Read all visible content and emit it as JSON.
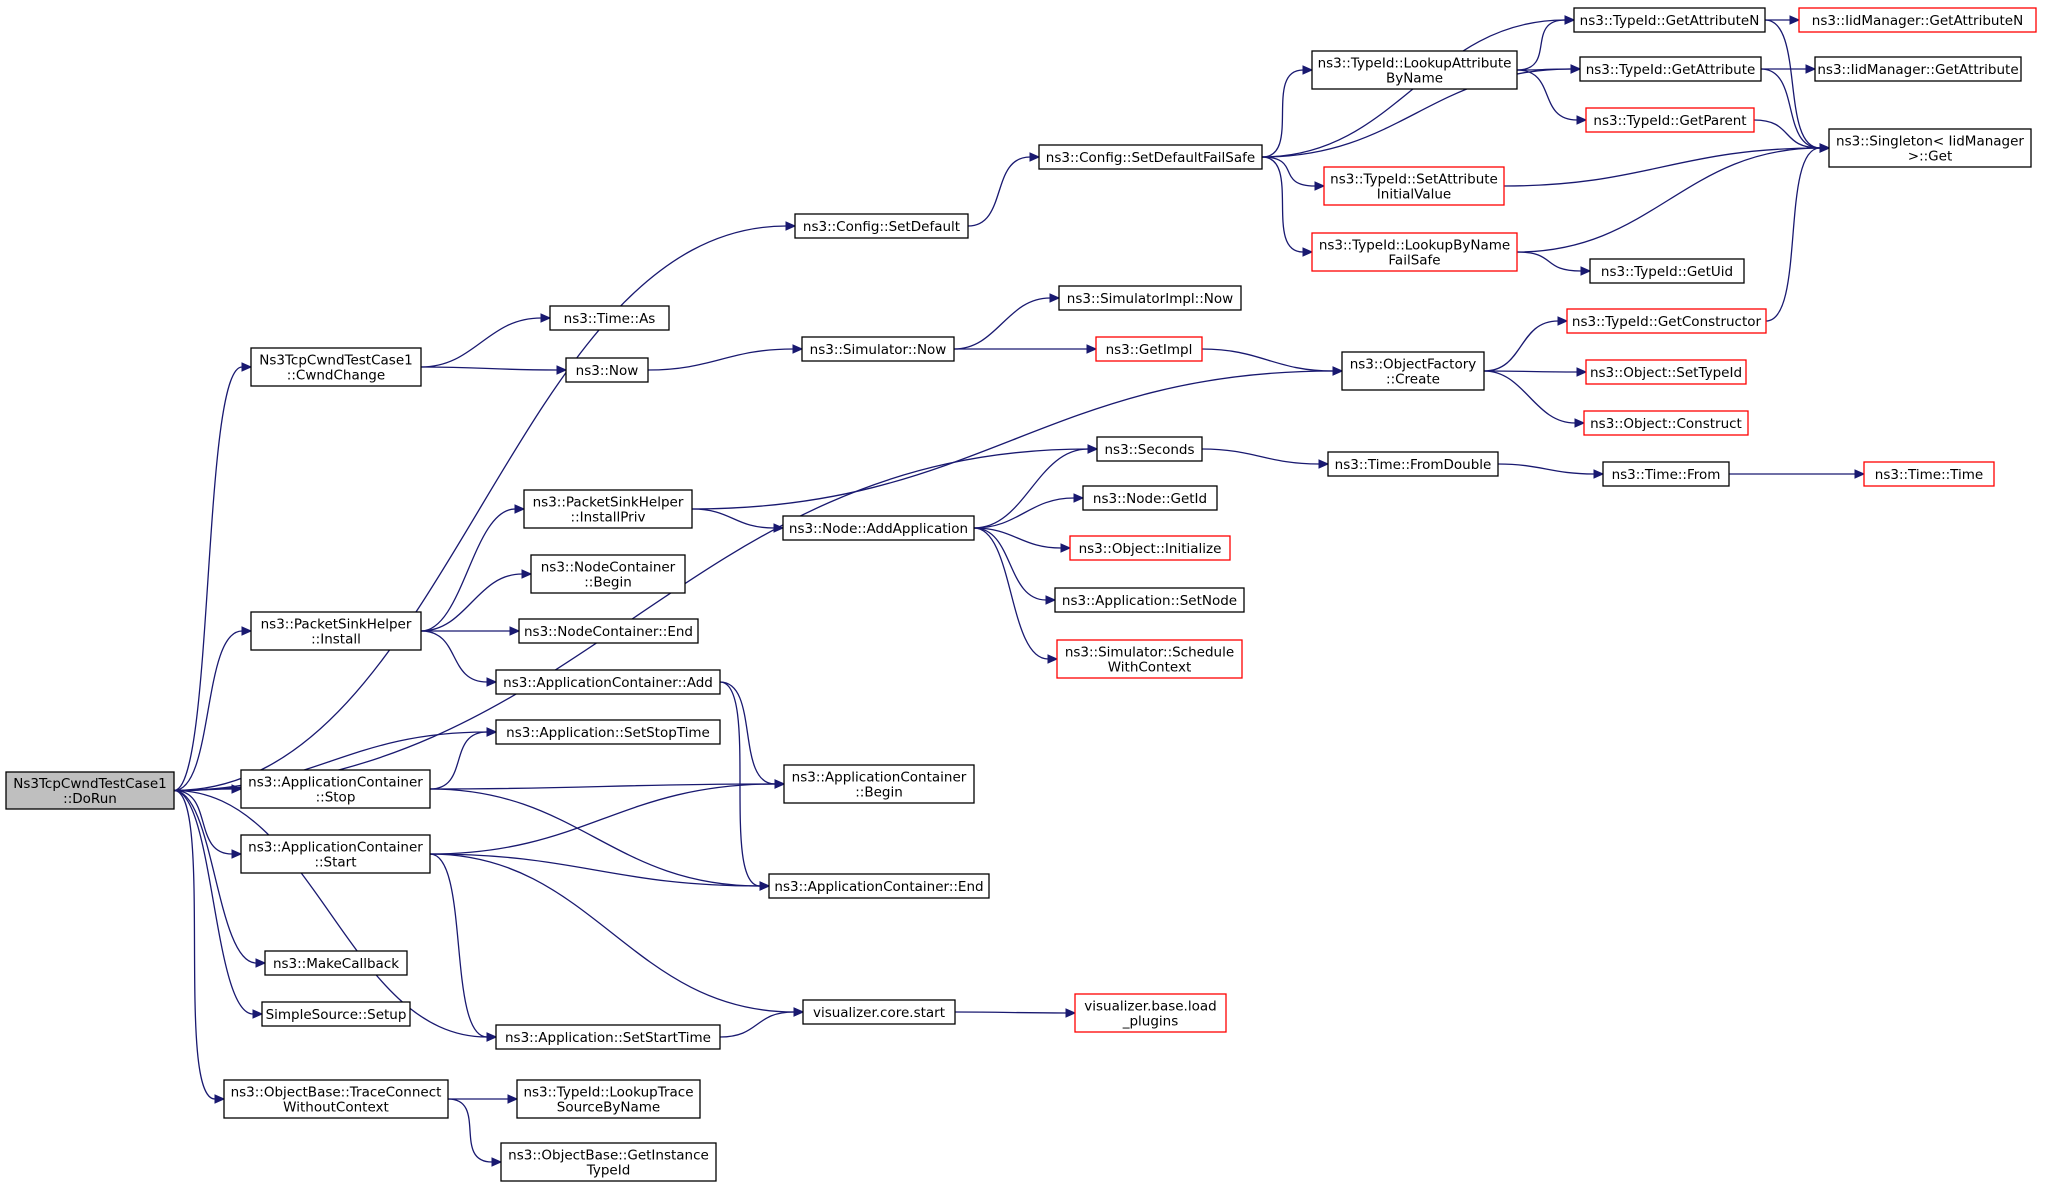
{
  "colors": {
    "edge": "#191970",
    "root_fill": "#bfbfbf",
    "normal_border": "#000000",
    "truncated_border": "#ff0000",
    "node_fill": "#ffffff"
  },
  "nodes": {
    "dorun": {
      "lines": [
        "Ns3TcpCwndTestCase1",
        "::DoRun"
      ],
      "style": "root"
    },
    "config_setdefault": {
      "lines": [
        "ns3::Config::SetDefault"
      ],
      "style": "normal"
    },
    "config_setdefaultfailsafe": {
      "lines": [
        "ns3::Config::SetDefaultFailSafe"
      ],
      "style": "normal"
    },
    "typeid_lookupattributebyname": {
      "lines": [
        "ns3::TypeId::LookupAttribute",
        "ByName"
      ],
      "style": "normal"
    },
    "typeid_getattributen": {
      "lines": [
        "ns3::TypeId::GetAttributeN"
      ],
      "style": "normal"
    },
    "iidmanager_getattributen": {
      "lines": [
        "ns3::IidManager::GetAttributeN"
      ],
      "style": "truncated"
    },
    "typeid_getattribute": {
      "lines": [
        "ns3::TypeId::GetAttribute"
      ],
      "style": "normal"
    },
    "iidmanager_getattribute": {
      "lines": [
        "ns3::IidManager::GetAttribute"
      ],
      "style": "normal"
    },
    "typeid_getparent": {
      "lines": [
        "ns3::TypeId::GetParent"
      ],
      "style": "truncated"
    },
    "singleton_get": {
      "lines": [
        "ns3::Singleton< IidManager",
        ">::Get"
      ],
      "style": "normal"
    },
    "typeid_setattributeinitialvalue": {
      "lines": [
        "ns3::TypeId::SetAttribute",
        "InitialValue"
      ],
      "style": "truncated"
    },
    "typeid_lookupbynamefailsafe": {
      "lines": [
        "ns3::TypeId::LookupByName",
        "FailSafe"
      ],
      "style": "truncated"
    },
    "typeid_getuid": {
      "lines": [
        "ns3::TypeId::GetUid"
      ],
      "style": "normal"
    },
    "cwndchange": {
      "lines": [
        "Ns3TcpCwndTestCase1",
        "::CwndChange"
      ],
      "style": "normal"
    },
    "time_as": {
      "lines": [
        "ns3::Time::As"
      ],
      "style": "normal"
    },
    "now": {
      "lines": [
        "ns3::Now"
      ],
      "style": "normal"
    },
    "simulator_now": {
      "lines": [
        "ns3::Simulator::Now"
      ],
      "style": "normal"
    },
    "simulatorimpl_now": {
      "lines": [
        "ns3::SimulatorImpl::Now"
      ],
      "style": "normal"
    },
    "getimpl": {
      "lines": [
        "ns3::GetImpl"
      ],
      "style": "truncated"
    },
    "objectfactory_create": {
      "lines": [
        "ns3::ObjectFactory",
        "::Create"
      ],
      "style": "normal"
    },
    "typeid_getconstructor": {
      "lines": [
        "ns3::TypeId::GetConstructor"
      ],
      "style": "truncated"
    },
    "object_settypeid": {
      "lines": [
        "ns3::Object::SetTypeId"
      ],
      "style": "truncated"
    },
    "object_construct": {
      "lines": [
        "ns3::Object::Construct"
      ],
      "style": "truncated"
    },
    "seconds": {
      "lines": [
        "ns3::Seconds"
      ],
      "style": "normal"
    },
    "time_fromdouble": {
      "lines": [
        "ns3::Time::FromDouble"
      ],
      "style": "normal"
    },
    "time_from": {
      "lines": [
        "ns3::Time::From"
      ],
      "style": "normal"
    },
    "time_time": {
      "lines": [
        "ns3::Time::Time"
      ],
      "style": "truncated"
    },
    "packetsinkhelper_installpriv": {
      "lines": [
        "ns3::PacketSinkHelper",
        "::InstallPriv"
      ],
      "style": "normal"
    },
    "node_addapplication": {
      "lines": [
        "ns3::Node::AddApplication"
      ],
      "style": "normal"
    },
    "node_getid": {
      "lines": [
        "ns3::Node::GetId"
      ],
      "style": "normal"
    },
    "object_initialize": {
      "lines": [
        "ns3::Object::Initialize"
      ],
      "style": "truncated"
    },
    "application_setnode": {
      "lines": [
        "ns3::Application::SetNode"
      ],
      "style": "normal"
    },
    "simulator_schedulewithcontext": {
      "lines": [
        "ns3::Simulator::Schedule",
        "WithContext"
      ],
      "style": "truncated"
    },
    "nodecontainer_begin": {
      "lines": [
        "ns3::NodeContainer",
        "::Begin"
      ],
      "style": "normal"
    },
    "packetsinkhelper_install": {
      "lines": [
        "ns3::PacketSinkHelper",
        "::Install"
      ],
      "style": "normal"
    },
    "nodecontainer_end": {
      "lines": [
        "ns3::NodeContainer::End"
      ],
      "style": "normal"
    },
    "applicationcontainer_add": {
      "lines": [
        "ns3::ApplicationContainer::Add"
      ],
      "style": "normal"
    },
    "application_setstoptime": {
      "lines": [
        "ns3::Application::SetStopTime"
      ],
      "style": "normal"
    },
    "applicationcontainer_stop": {
      "lines": [
        "ns3::ApplicationContainer",
        "::Stop"
      ],
      "style": "normal"
    },
    "applicationcontainer_begin": {
      "lines": [
        "ns3::ApplicationContainer",
        "::Begin"
      ],
      "style": "normal"
    },
    "applicationcontainer_start": {
      "lines": [
        "ns3::ApplicationContainer",
        "::Start"
      ],
      "style": "normal"
    },
    "applicationcontainer_end": {
      "lines": [
        "ns3::ApplicationContainer::End"
      ],
      "style": "normal"
    },
    "makecallback": {
      "lines": [
        "ns3::MakeCallback"
      ],
      "style": "normal"
    },
    "simplesource_setup": {
      "lines": [
        "SimpleSource::Setup"
      ],
      "style": "normal"
    },
    "application_setstarttime": {
      "lines": [
        "ns3::Application::SetStartTime"
      ],
      "style": "normal"
    },
    "visualizer_core_start": {
      "lines": [
        "visualizer.core.start"
      ],
      "style": "normal"
    },
    "visualizer_base_loadplugins": {
      "lines": [
        "visualizer.base.load",
        "_plugins"
      ],
      "style": "truncated"
    },
    "objectbase_traceconnectwithoutcontext": {
      "lines": [
        "ns3::ObjectBase::TraceConnect",
        "WithoutContext"
      ],
      "style": "normal"
    },
    "typeid_lookuptracesourcebyname": {
      "lines": [
        "ns3::TypeId::LookupTrace",
        "SourceByName"
      ],
      "style": "normal"
    },
    "objectbase_getinstancetypeid": {
      "lines": [
        "ns3::ObjectBase::GetInstance",
        "TypeId"
      ],
      "style": "normal"
    }
  },
  "edges": [
    [
      "dorun",
      "config_setdefault"
    ],
    [
      "dorun",
      "cwndchange"
    ],
    [
      "dorun",
      "seconds"
    ],
    [
      "dorun",
      "packetsinkhelper_install"
    ],
    [
      "dorun",
      "application_setstoptime"
    ],
    [
      "dorun",
      "applicationcontainer_stop"
    ],
    [
      "dorun",
      "applicationcontainer_start"
    ],
    [
      "dorun",
      "makecallback"
    ],
    [
      "dorun",
      "simplesource_setup"
    ],
    [
      "dorun",
      "application_setstarttime"
    ],
    [
      "dorun",
      "objectbase_traceconnectwithoutcontext"
    ],
    [
      "config_setdefault",
      "config_setdefaultfailsafe"
    ],
    [
      "config_setdefaultfailsafe",
      "typeid_getattributen"
    ],
    [
      "config_setdefaultfailsafe",
      "typeid_lookupattributebyname"
    ],
    [
      "config_setdefaultfailsafe",
      "typeid_getattribute"
    ],
    [
      "config_setdefaultfailsafe",
      "typeid_setattributeinitialvalue"
    ],
    [
      "config_setdefaultfailsafe",
      "typeid_lookupbynamefailsafe"
    ],
    [
      "typeid_lookupattributebyname",
      "typeid_getattributen"
    ],
    [
      "typeid_lookupattributebyname",
      "typeid_getattribute"
    ],
    [
      "typeid_lookupattributebyname",
      "typeid_getparent"
    ],
    [
      "typeid_getattributen",
      "iidmanager_getattributen"
    ],
    [
      "typeid_getattributen",
      "singleton_get"
    ],
    [
      "typeid_getattribute",
      "iidmanager_getattribute"
    ],
    [
      "typeid_getattribute",
      "singleton_get"
    ],
    [
      "typeid_getparent",
      "singleton_get"
    ],
    [
      "typeid_setattributeinitialvalue",
      "singleton_get"
    ],
    [
      "typeid_lookupbynamefailsafe",
      "singleton_get"
    ],
    [
      "typeid_lookupbynamefailsafe",
      "typeid_getuid"
    ],
    [
      "typeid_getconstructor",
      "singleton_get"
    ],
    [
      "cwndchange",
      "time_as"
    ],
    [
      "cwndchange",
      "now"
    ],
    [
      "now",
      "simulator_now"
    ],
    [
      "simulator_now",
      "simulatorimpl_now"
    ],
    [
      "simulator_now",
      "getimpl"
    ],
    [
      "getimpl",
      "objectfactory_create"
    ],
    [
      "objectfactory_create",
      "typeid_getconstructor"
    ],
    [
      "objectfactory_create",
      "object_settypeid"
    ],
    [
      "objectfactory_create",
      "object_construct"
    ],
    [
      "seconds",
      "time_fromdouble"
    ],
    [
      "time_fromdouble",
      "time_from"
    ],
    [
      "time_from",
      "time_time"
    ],
    [
      "packetsinkhelper_installpriv",
      "objectfactory_create"
    ],
    [
      "packetsinkhelper_installpriv",
      "node_addapplication"
    ],
    [
      "node_addapplication",
      "seconds"
    ],
    [
      "node_addapplication",
      "node_getid"
    ],
    [
      "node_addapplication",
      "object_initialize"
    ],
    [
      "node_addapplication",
      "application_setnode"
    ],
    [
      "node_addapplication",
      "simulator_schedulewithcontext"
    ],
    [
      "packetsinkhelper_install",
      "packetsinkhelper_installpriv"
    ],
    [
      "packetsinkhelper_install",
      "nodecontainer_begin"
    ],
    [
      "packetsinkhelper_install",
      "nodecontainer_end"
    ],
    [
      "packetsinkhelper_install",
      "applicationcontainer_add"
    ],
    [
      "applicationcontainer_add",
      "applicationcontainer_begin"
    ],
    [
      "applicationcontainer_add",
      "applicationcontainer_end"
    ],
    [
      "applicationcontainer_stop",
      "application_setstoptime"
    ],
    [
      "applicationcontainer_stop",
      "applicationcontainer_begin"
    ],
    [
      "applicationcontainer_stop",
      "applicationcontainer_end"
    ],
    [
      "applicationcontainer_start",
      "applicationcontainer_begin"
    ],
    [
      "applicationcontainer_start",
      "applicationcontainer_end"
    ],
    [
      "applicationcontainer_start",
      "application_setstarttime"
    ],
    [
      "applicationcontainer_start",
      "visualizer_core_start"
    ],
    [
      "application_setstarttime",
      "visualizer_core_start"
    ],
    [
      "visualizer_core_start",
      "visualizer_base_loadplugins"
    ],
    [
      "objectbase_traceconnectwithoutcontext",
      "typeid_lookuptracesourcebyname"
    ],
    [
      "objectbase_traceconnectwithoutcontext",
      "objectbase_getinstancetypeid"
    ]
  ]
}
